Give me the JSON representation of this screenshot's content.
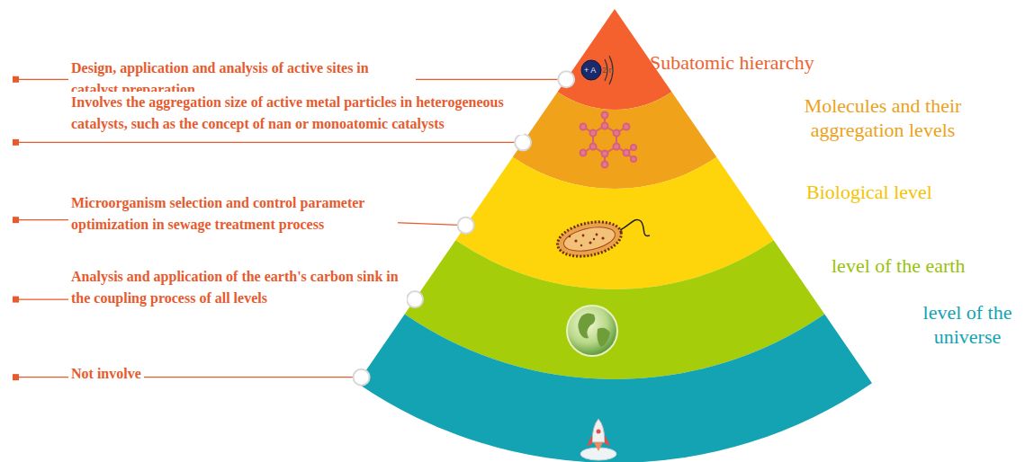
{
  "diagram": {
    "nodes": [
      {
        "text": [
          "Subatomic hierarchy"
        ]
      },
      {
        "text": [
          "Molecules and their aggregation levels"
        ]
      },
      {
        "text": [
          "Biological level"
        ]
      },
      {
        "text": [
          "level of the earth"
        ]
      },
      {
        "text": [
          "level of the universe"
        ]
      }
    ],
    "labels": [
      "Design, application and analysis of active sites in catalyst preparation",
      "Involves the aggregation size of active metal particles in heterogeneous catalysts, such as the concept of nan or monoatomic catalysts",
      "Microorganism selection and control parameter optimization in sewage treatment process",
      "Analysis and application of the earth's carbon sink in the coupling process of all levels",
      "Not involve",
      "+ A",
      "2 n"
    ]
  }
}
